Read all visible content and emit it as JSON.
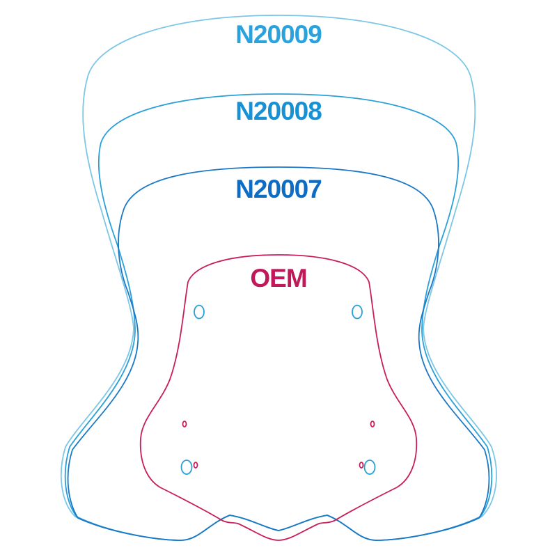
{
  "labels": {
    "n20009": "N20009",
    "n20008": "N20008",
    "n20007": "N20007",
    "oem": "OEM"
  },
  "colors": {
    "n20009": "#7cc6e6",
    "n20008": "#2a9fd8",
    "n20007": "#1a78c6",
    "oem": "#c81d5c",
    "n20009_text": "#2aa3dc",
    "n20008_text": "#1890d4",
    "n20007_text": "#0d6cc3",
    "oem_text": "#c0185a"
  }
}
